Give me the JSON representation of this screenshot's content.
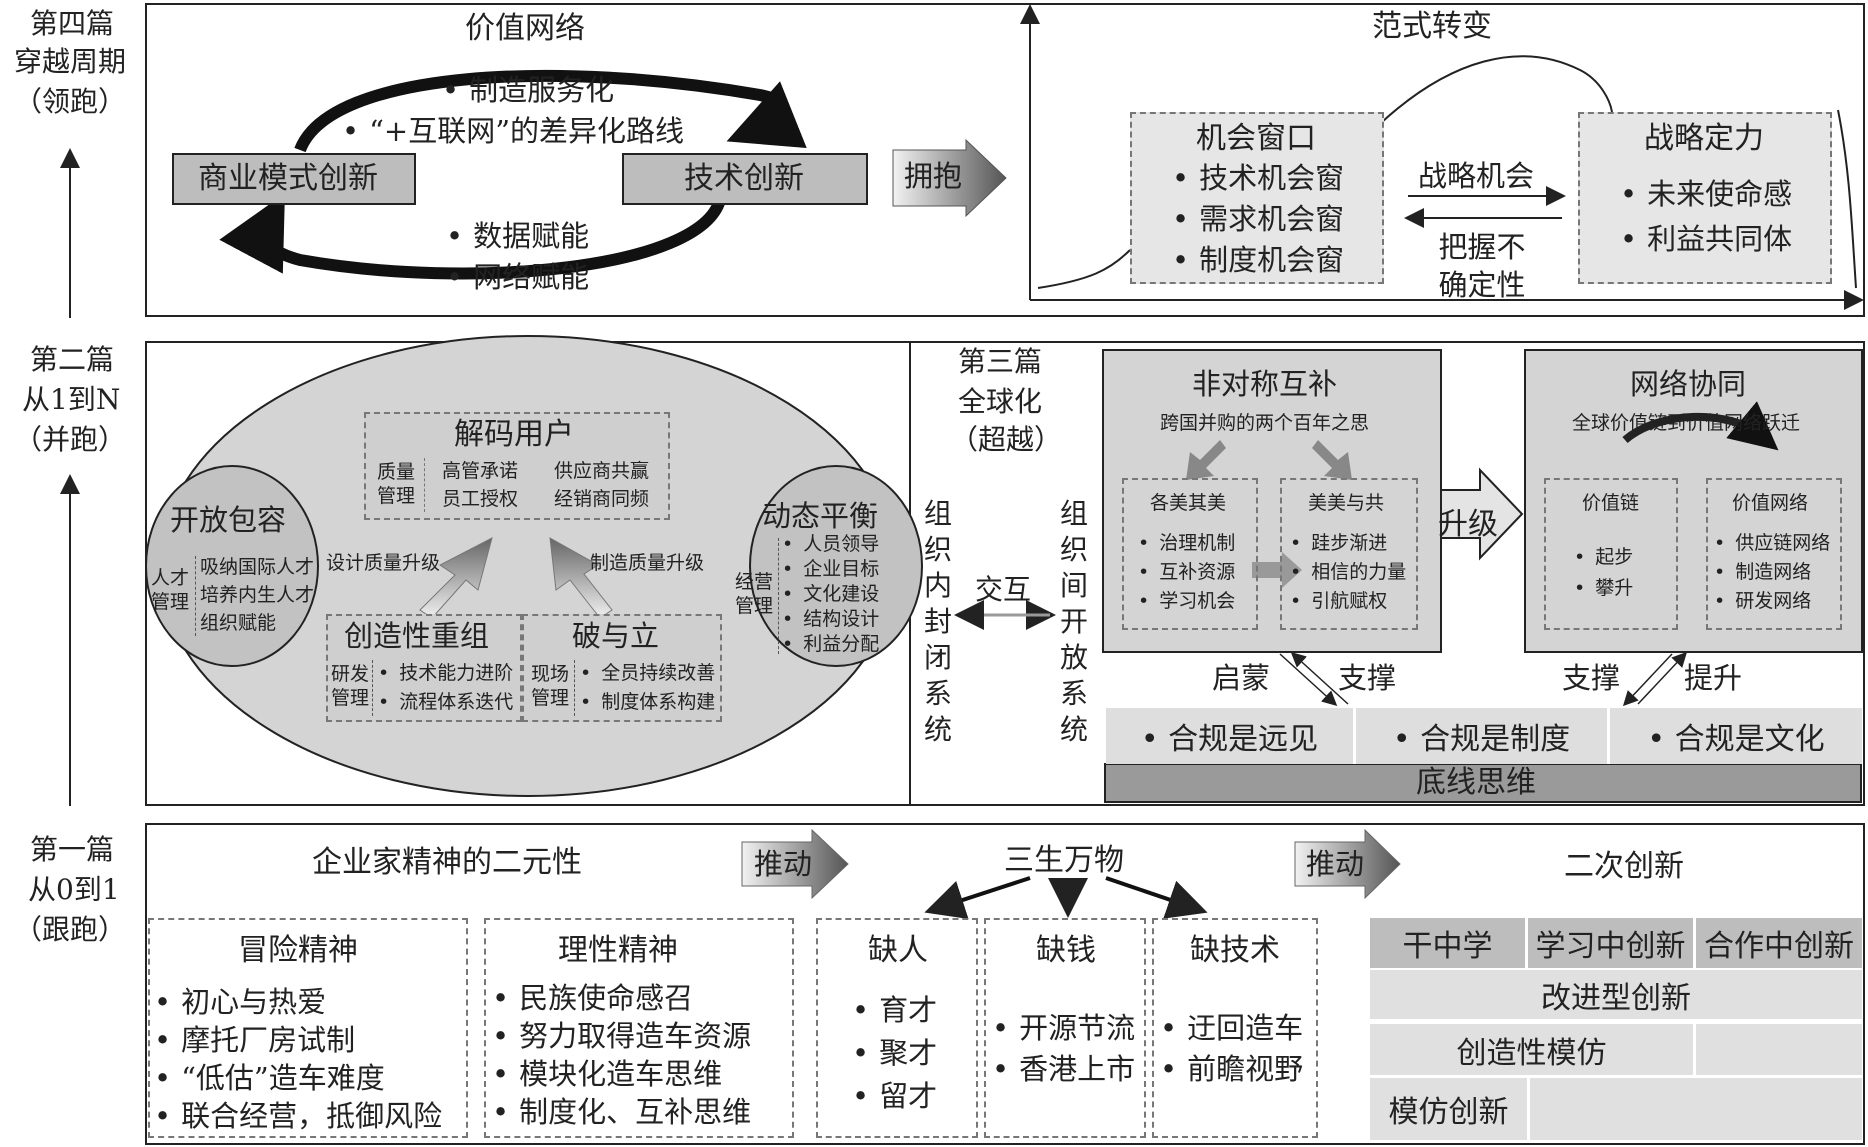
{
  "part4": {
    "label": [
      "第四篇",
      "穿越周期",
      "（领跑）"
    ],
    "value_network": {
      "title": "价值网络",
      "left_box": "商业模式创新",
      "right_box": "技术创新",
      "top_items": [
        "制造服务化",
        "“+互联网”的差异化路线"
      ],
      "bottom_items": [
        "数据赋能",
        "网络赋能"
      ]
    },
    "embrace_arrow": "拥抱",
    "paradigm": {
      "title": "范式转变",
      "window_title": "机会窗口",
      "window_items": [
        "技术机会窗",
        "需求机会窗",
        "制度机会窗"
      ],
      "strategy_title": "战略定力",
      "strategy_items": [
        "未来使命感",
        "利益共同体"
      ],
      "arrow_top": "战略机会",
      "arrow_bottom": "把握不确定性"
    }
  },
  "part2": {
    "label": [
      "第二篇",
      "从1到N",
      "（并跑）"
    ],
    "decode": {
      "title": "解码用户",
      "side": "质量管理",
      "items": [
        "高管承诺",
        "供应商共赢",
        "员工授权",
        "经销商同频"
      ]
    },
    "open": {
      "title": "开放包容",
      "side": "人才管理",
      "items": [
        "吸纳国际人才",
        "培养内生人才",
        "组织赋能"
      ]
    },
    "dynamic": {
      "title": "动态平衡",
      "side": "经营管理",
      "items": [
        "人员领导",
        "企业目标",
        "文化建设",
        "结构设计",
        "利益分配"
      ]
    },
    "design_upgrade": "设计质量升级",
    "mfg_upgrade": "制造质量升级",
    "creative": {
      "title": "创造性重组",
      "side": "研发管理",
      "items": [
        "技术能力进阶",
        "流程体系迭代"
      ]
    },
    "break": {
      "title": "破与立",
      "side": "现场管理",
      "items": [
        "全员持续改善",
        "制度体系构建"
      ]
    }
  },
  "part3": {
    "label": [
      "第三篇",
      "全球化",
      "（超越）"
    ],
    "inner_system": "组织内封闭系统",
    "outer_system": "组织间开放系统",
    "interact": "交互",
    "asym": {
      "title": "非对称互补",
      "subtitle": "跨国并购的两个百年之思",
      "left_title": "各美其美",
      "left_items": [
        "治理机制",
        "互补资源",
        "学习机会"
      ],
      "right_title": "美美与共",
      "right_items": [
        "跬步渐进",
        "相信的力量",
        "引航赋权"
      ]
    },
    "upgrade": "升级",
    "network": {
      "title": "网络协同",
      "subtitle": "全球价值链到价值网络跃迁",
      "left_title": "价值链",
      "left_items": [
        "起步",
        "攀升"
      ],
      "right_title": "价值网络",
      "right_items": [
        "供应链网络",
        "制造网络",
        "研发网络"
      ]
    },
    "enlighten": "启蒙",
    "support1": "支撑",
    "support2": "支撑",
    "lift": "提升",
    "compliance": [
      "合规是远见",
      "合规是制度",
      "合规是文化"
    ],
    "bottom_line": "底线思维"
  },
  "part1": {
    "label": [
      "第一篇",
      "从0到1",
      "（跟跑）"
    ],
    "duality_title": "企业家精神的二元性",
    "push1": "推动",
    "three_title": "三生万物",
    "push2": "推动",
    "second_title": "二次创新",
    "adventure": {
      "title": "冒险精神",
      "items": [
        "初心与热爱",
        "摩托厂房试制",
        "“低估”造车难度",
        "联合经营，抵御风险"
      ]
    },
    "rational": {
      "title": "理性精神",
      "items": [
        "民族使命感召",
        "努力取得造车资源",
        "模块化造车思维",
        "制度化、互补思维"
      ]
    },
    "lack_people": {
      "title": "缺人",
      "items": [
        "育才",
        "聚才",
        "留才"
      ]
    },
    "lack_money": {
      "title": "缺钱",
      "items": [
        "开源节流",
        "香港上市"
      ]
    },
    "lack_tech": {
      "title": "缺技术",
      "items": [
        "迂回造车",
        "前瞻视野"
      ]
    },
    "innov": {
      "row1": [
        "干中学",
        "学习中创新",
        "合作中创新"
      ],
      "row2": "改进型创新",
      "row3": "创造性模仿",
      "row4": "模仿创新"
    }
  }
}
